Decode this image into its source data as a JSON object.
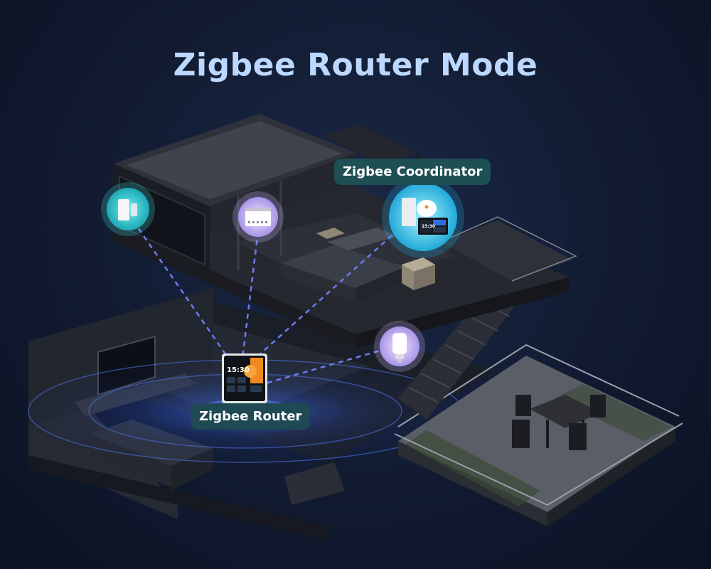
{
  "page": {
    "title": "Zigbee Router Mode"
  },
  "labels": {
    "coordinator": "Zigbee Coordinator",
    "router": "Zigbee Router"
  },
  "devices": {
    "router_screen_time": "15:30",
    "coordinator_screen_time": "15:30"
  },
  "colors": {
    "title": "#bcd8ff",
    "label_bg": "#1e4f55",
    "link_line": "#5b6fe0",
    "signal_wave": "#3a63d8",
    "node_teal": "#3fd3d6",
    "node_lilac": "#c9b8ff",
    "router_accent": "#f08a1e"
  },
  "icons": [
    "door-sensor-icon",
    "smart-switch-icon",
    "zigbee-hub-icon",
    "radiator-valve-icon",
    "smart-panel-icon"
  ]
}
